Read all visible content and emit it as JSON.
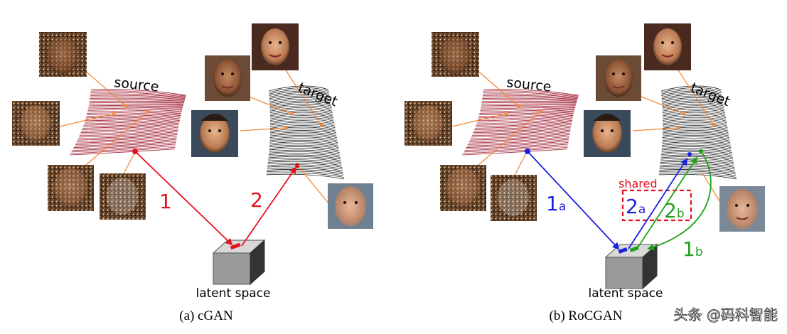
{
  "panels": {
    "a": {
      "caption": "(a) cGAN",
      "source_label": "source",
      "target_label": "target",
      "latent_label": "latent space",
      "arrow1": "1",
      "arrow2": "2"
    },
    "b": {
      "caption": "(b) RoCGAN",
      "source_label": "source",
      "target_label": "target",
      "latent_label": "latent space",
      "shared_label": "shared",
      "arrow_1a_main": "1",
      "arrow_1a_sub": "a",
      "arrow_2a_main": "2",
      "arrow_2a_sub": "a",
      "arrow_2b_main": "2",
      "arrow_2b_sub": "b",
      "arrow_1b_main": "1",
      "arrow_1b_sub": "b"
    }
  },
  "watermark": "头条 @码科智能",
  "colors": {
    "red_arrow": "#e8101e",
    "blue_arrow": "#1c1ee0",
    "green_arrow": "#22a01c",
    "source_manifold": "#a01e32",
    "target_manifold": "#222222",
    "connector": "#f08a3c",
    "shared_box": "#e8101e"
  },
  "icons": [
    "noisy-face-thumbnail",
    "clean-face-thumbnail",
    "latent-box"
  ]
}
